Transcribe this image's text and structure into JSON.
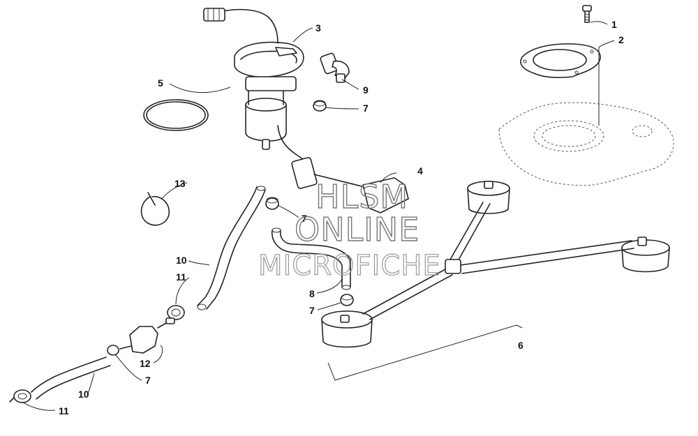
{
  "diagram": {
    "callouts": [
      "1",
      "2",
      "3",
      "4",
      "5",
      "6",
      "7",
      "7",
      "7",
      "7",
      "8",
      "9",
      "10",
      "10",
      "11",
      "11",
      "12",
      "13"
    ],
    "watermark": [
      "HLSM",
      "ONLINE",
      "MICROFICHE"
    ]
  }
}
